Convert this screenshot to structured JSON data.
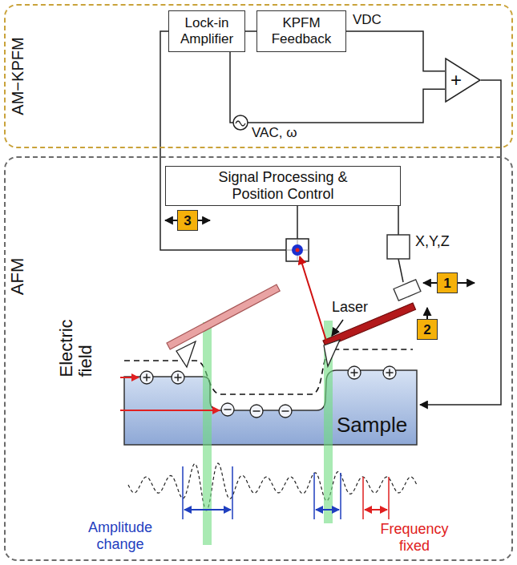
{
  "diagram": {
    "nodes": [
      {
        "text": [
          "AM−KPFM"
        ]
      },
      {
        "text": [
          "Lock-in Amplifier"
        ],
        "in": 0
      },
      {
        "text": [
          "KPFM Feedback"
        ],
        "in": 0
      },
      {
        "text": [
          "+"
        ],
        "in": 0
      },
      {
        "text": [
          "AFM"
        ]
      },
      {
        "text": [
          "Signal Processing & Position Control"
        ],
        "in": 4
      },
      {
        "text": [
          "3"
        ],
        "in": 4
      },
      {
        "text": [
          "1"
        ],
        "in": 4
      },
      {
        "text": [
          "2"
        ],
        "in": 4
      }
    ],
    "edges": [
      {
        "from": 1,
        "to": 2,
        "arrow": "none"
      },
      {
        "from": 2,
        "to": 3,
        "arrow": "none"
      },
      {
        "from": 1,
        "to": 3,
        "arrow": "none"
      }
    ],
    "labels": [
      "VDC",
      "VAC, ω",
      "X,Y,Z",
      "Laser",
      "Electric field",
      "Sample",
      "Amplitude change",
      "Frequency fixed"
    ]
  }
}
